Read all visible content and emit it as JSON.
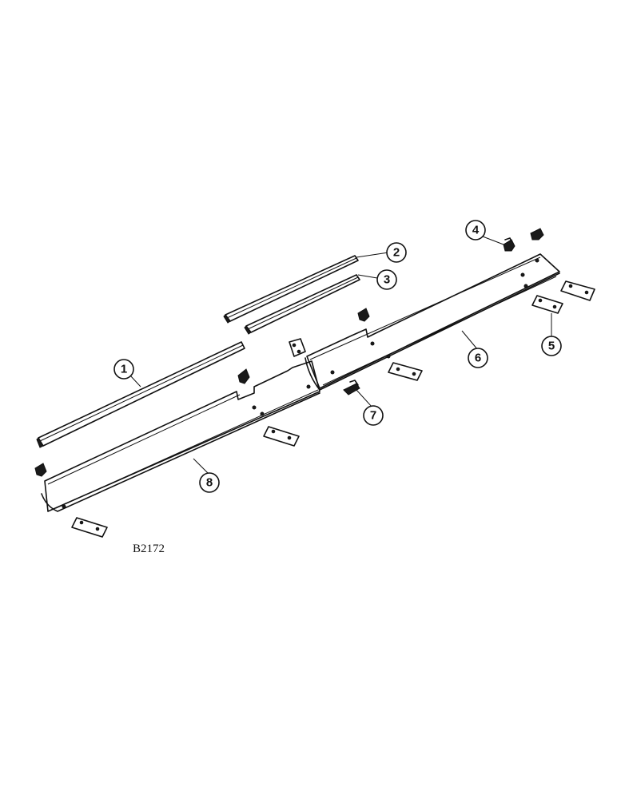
{
  "figure_id": "B2172",
  "callouts": [
    "1",
    "2",
    "3",
    "4",
    "5",
    "6",
    "7",
    "8"
  ]
}
